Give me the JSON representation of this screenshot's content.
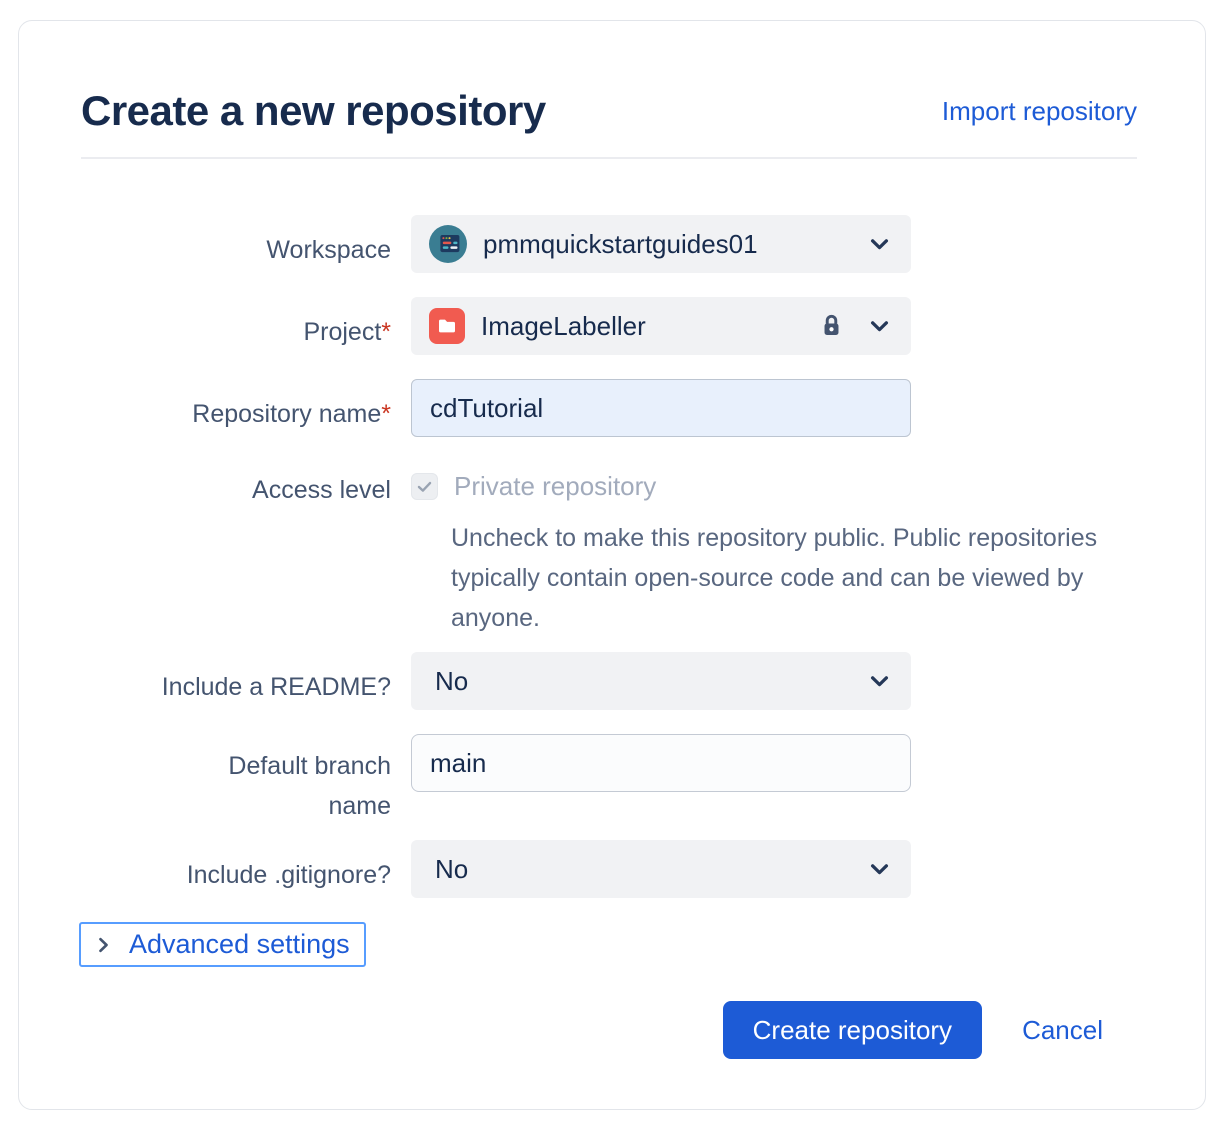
{
  "header": {
    "title": "Create a new repository",
    "import_link": "Import repository"
  },
  "form": {
    "workspace": {
      "label": "Workspace",
      "value": "pmmquickstartguides01"
    },
    "project": {
      "label": "Project",
      "required_mark": "*",
      "value": "ImageLabeller",
      "locked": true
    },
    "repository_name": {
      "label": "Repository name",
      "required_mark": "*",
      "value": "cdTutorial"
    },
    "access_level": {
      "label": "Access level",
      "checkbox_label": "Private repository",
      "checkbox_checked": true,
      "checkbox_disabled": true,
      "help_text": "Uncheck to make this repository public. Public repositories typically contain open-source code and can be viewed by anyone."
    },
    "include_readme": {
      "label": "Include a README?",
      "value": "No"
    },
    "default_branch": {
      "label": "Default branch name",
      "value": "main"
    },
    "include_gitignore": {
      "label": "Include .gitignore?",
      "value": "No"
    }
  },
  "advanced_settings": {
    "label": "Advanced settings"
  },
  "actions": {
    "create_label": "Create repository",
    "cancel_label": "Cancel"
  },
  "icons": {
    "workspace_avatar": "workspace-avatar",
    "project_folder": "project-folder",
    "lock": "lock",
    "chevron_down": "chevron-down",
    "chevron_right": "chevron-right",
    "checkmark": "checkmark"
  },
  "colors": {
    "accent_blue": "#1D5BD6",
    "heading_navy": "#172B4D",
    "label_gray": "#44546F",
    "help_gray": "#596780",
    "required_red": "#CA3521",
    "field_gray_bg": "#F1F2F4",
    "focused_input_bg": "#E8F0FC",
    "avatar_teal": "#3A7D92",
    "project_icon_red": "#F15B50",
    "focus_ring_blue": "#579DFF"
  }
}
